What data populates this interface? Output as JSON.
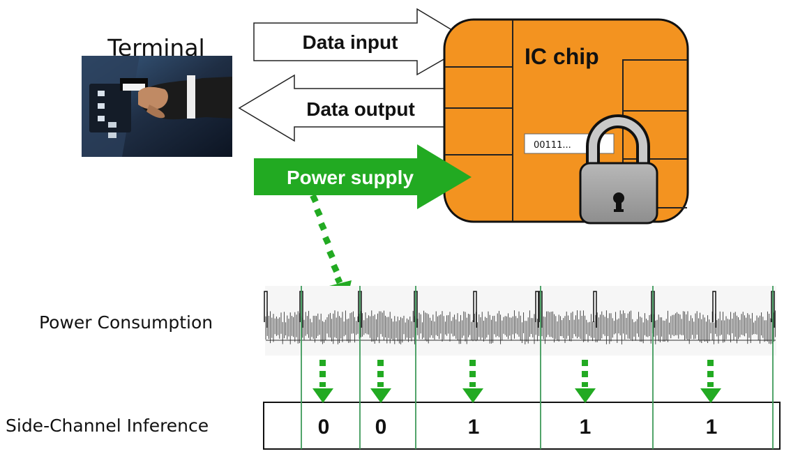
{
  "terminal": {
    "label": "Terminal",
    "image": "atm-card-insertion-photo"
  },
  "arrows": {
    "data_input": "Data input",
    "data_output": "Data output",
    "power_supply": "Power supply"
  },
  "chip": {
    "title": "IC chip",
    "secret_value": "00111...",
    "icon": "padlock-icon",
    "fill_color": "#F39320"
  },
  "trace": {
    "label": "Power Consumption"
  },
  "inference": {
    "label": "Side-Channel Inference",
    "bits": [
      "0",
      "0",
      "1",
      "1",
      "1"
    ]
  },
  "colors": {
    "accent_green": "#22AA22",
    "divider_green": "#3E9A5A"
  }
}
